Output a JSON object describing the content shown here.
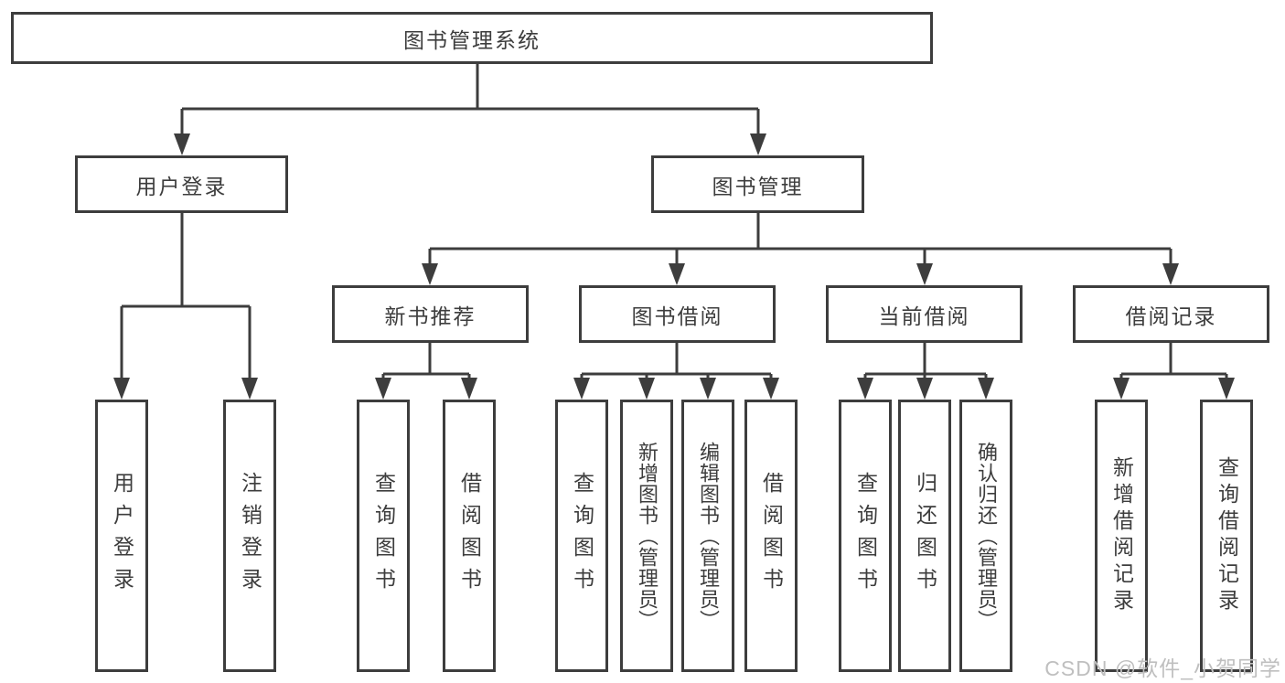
{
  "diagram": {
    "root": {
      "label": "图书管理系统"
    },
    "user_login": {
      "label": "用户登录",
      "children": {
        "login": {
          "label": "用户登录"
        },
        "logout": {
          "label": "注销登录"
        }
      }
    },
    "book_management": {
      "label": "图书管理",
      "children": {
        "new_book_recommend": {
          "label": "新书推荐",
          "children": {
            "query_books": {
              "label": "查询图书"
            },
            "borrow_books": {
              "label": "借阅图书"
            }
          }
        },
        "book_borrowing": {
          "label": "图书借阅",
          "children": {
            "query_books": {
              "label": "查询图书"
            },
            "add_books_admin": {
              "label": "新增图书（管理员）"
            },
            "edit_books_admin": {
              "label": "编辑图书（管理员）"
            },
            "borrow_books": {
              "label": "借阅图书"
            }
          }
        },
        "current_borrowing": {
          "label": "当前借阅",
          "children": {
            "query_books": {
              "label": "查询图书"
            },
            "return_books": {
              "label": "归还图书"
            },
            "confirm_return_admin": {
              "label": "确认归还（管理员）"
            }
          }
        },
        "borrowing_records": {
          "label": "借阅记录",
          "children": {
            "add_borrow_record": {
              "label": "新增借阅记录"
            },
            "query_borrow_record": {
              "label": "查询借阅记录"
            }
          }
        }
      }
    }
  },
  "watermark": {
    "text": "CSDN @软件_小贺同学"
  },
  "colors": {
    "line": "#3d3d3d",
    "text": "#3d3d3d",
    "box_background": "#ffffff",
    "watermark_text": "#bfbfbf"
  }
}
